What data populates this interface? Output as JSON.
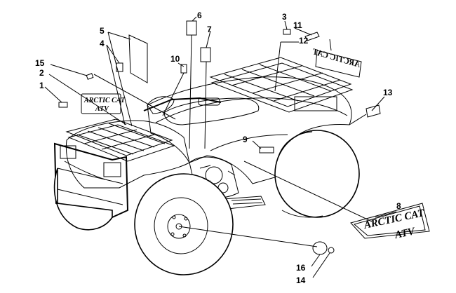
{
  "diagram": {
    "callouts": {
      "c1": "1",
      "c2": "2",
      "c3": "3",
      "c4": "4",
      "c5": "5",
      "c6": "6",
      "c7": "7",
      "c8": "8",
      "c9": "9",
      "c10": "10",
      "c11": "11",
      "c12": "12",
      "c13": "13",
      "c14": "14",
      "c15": "15",
      "c16": "16"
    },
    "decals": {
      "front_line1": "ARCTIC CAT",
      "front_line2": "ATV",
      "side_line1": "ARCTIC CAT",
      "side_line2": "ATV",
      "rear_mirrored": "ARCTIC CAT"
    }
  }
}
